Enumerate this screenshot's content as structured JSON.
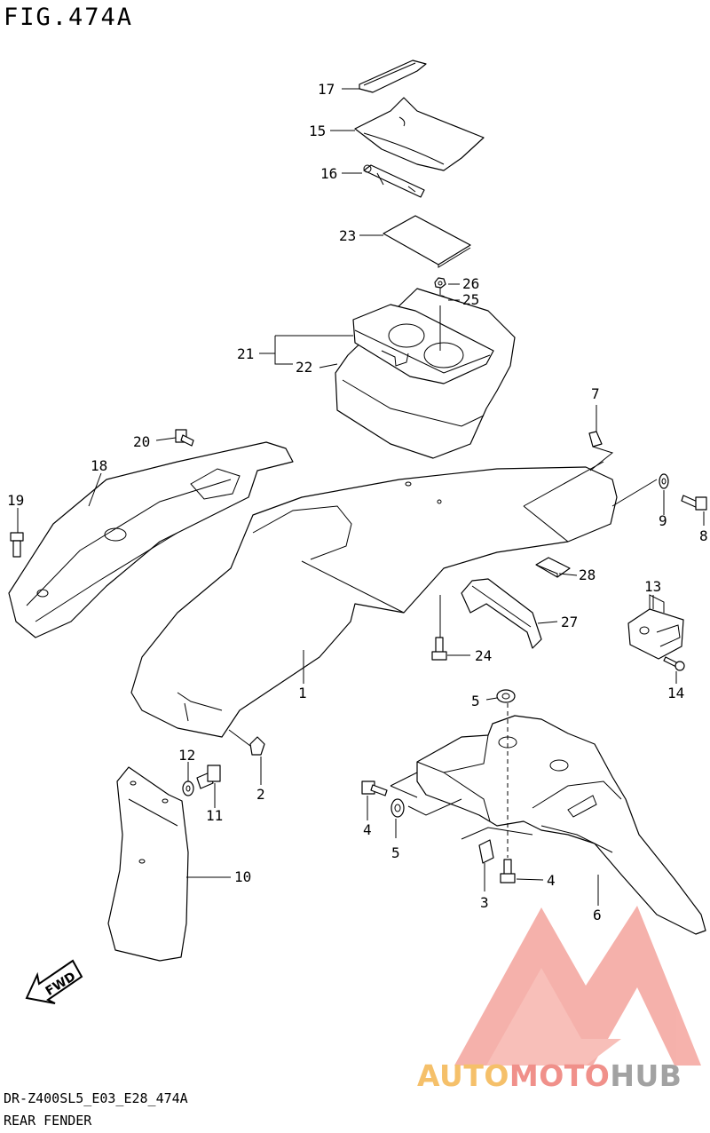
{
  "figure": {
    "title": "FIG.474A",
    "code": "DR-Z400SL5_E03_E28_474A",
    "name": "REAR FENDER"
  },
  "fwd_label": "FWD",
  "watermark": {
    "part1": "AUTO",
    "part2": "MOTO",
    "part3": "HUB",
    "colors": [
      "#f5c06a",
      "#f0908a",
      "#a2a2a2"
    ]
  },
  "callouts": {
    "c1": "1",
    "c2": "2",
    "c3": "3",
    "c4a": "4",
    "c4b": "4",
    "c5a": "5",
    "c5b": "5",
    "c6": "6",
    "c7": "7",
    "c8": "8",
    "c9": "9",
    "c10": "10",
    "c11": "11",
    "c12": "12",
    "c13": "13",
    "c14": "14",
    "c15": "15",
    "c16": "16",
    "c17": "17",
    "c18": "18",
    "c19": "19",
    "c20": "20",
    "c21": "21",
    "c22": "22",
    "c23": "23",
    "c24": "24",
    "c25": "25",
    "c26": "26",
    "c27": "27",
    "c28": "28"
  }
}
